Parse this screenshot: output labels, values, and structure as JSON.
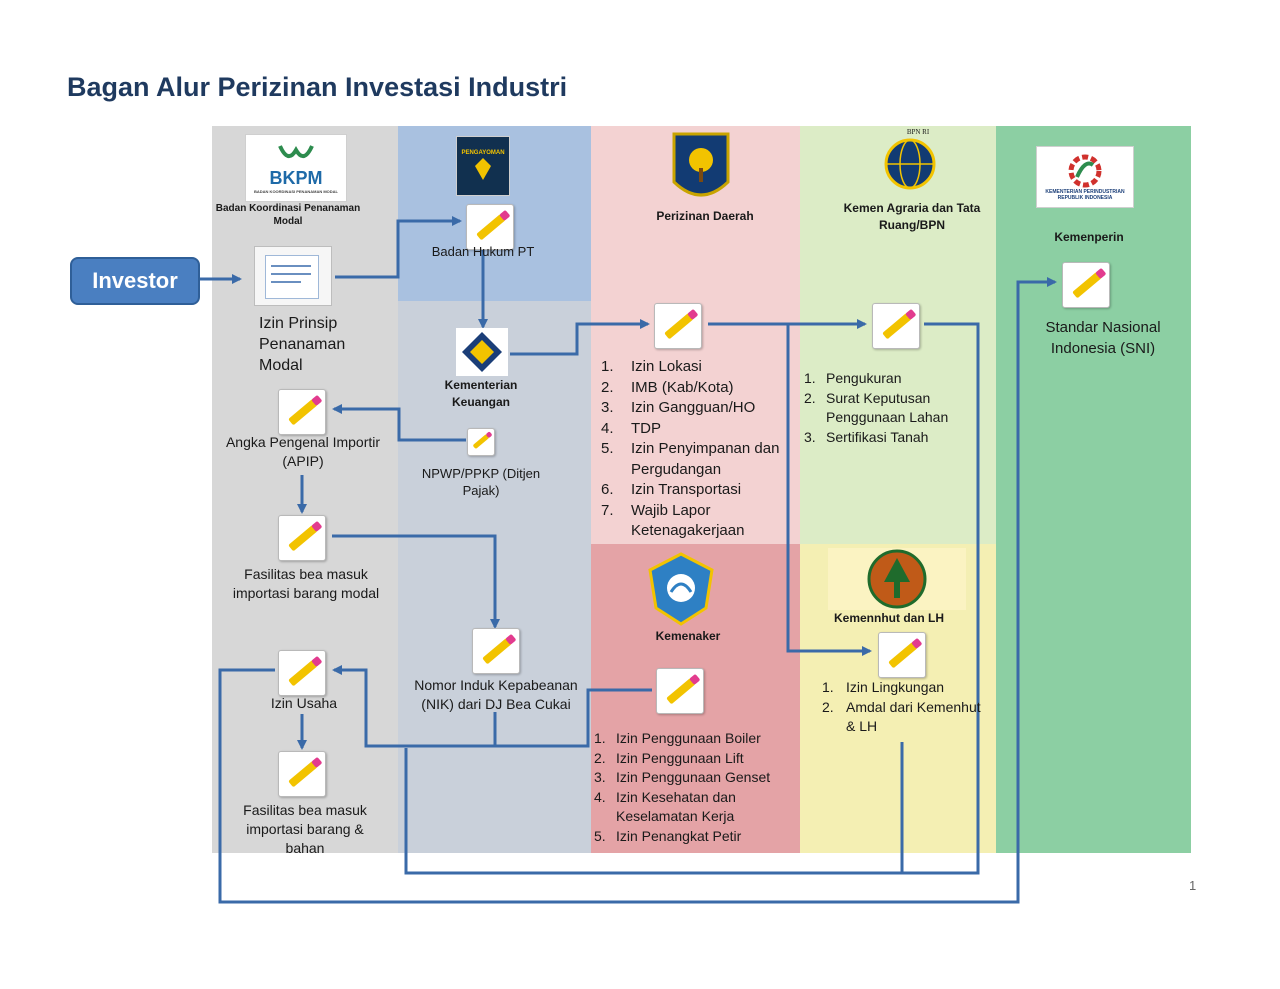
{
  "title": "Bagan Alur Perizinan Investasi Industri",
  "investor": "Investor",
  "page_number": "1",
  "logos": {
    "bkpm": "BKPM",
    "bkpm_sub": "BADAN KOORDINASI PENANAMAN MODAL",
    "kemenkumham": "PENGAYOMAN",
    "bpn": "BPN RI",
    "kemenperin": "KEMENTERIAN PERINDUSTRIAN REPUBLIK INDONESIA"
  },
  "columns": {
    "bkpm": {
      "header": "Badan Koordinasi Penanaman Modal",
      "izin_prinsip": "Izin Prinsip Penanaman Modal",
      "apip": "Angka Pengenal Importir (APIP)",
      "fasilitas_modal": "Fasilitas  bea masuk importasi barang modal",
      "izin_usaha": "Izin Usaha",
      "fasilitas_bahan": "Fasilitas  bea masuk importasi barang & bahan"
    },
    "kemenkumham": {
      "badan_hukum": "Badan Hukum PT",
      "kemenkeu": "Kementerian Keuangan",
      "npwp": "NPWP/PPKP (Ditjen Pajak)",
      "nik": "Nomor Induk Kepabeanan (NIK) dari DJ Bea Cukai"
    },
    "daerah": {
      "header": "Perizinan Daerah",
      "items": [
        "Izin Lokasi",
        "IMB (Kab/Kota)",
        "Izin Gangguan/HO",
        "TDP",
        "Izin Penyimpanan dan Pergudangan",
        "Izin Transportasi",
        "Wajib Lapor Ketenagakerjaan"
      ]
    },
    "kemenaker": {
      "header": "Kemenaker",
      "items": [
        "Izin Penggunaan Boiler",
        "Izin Penggunaan Lift",
        "Izin Penggunaan Genset",
        "Izin Kesehatan dan Keselamatan Kerja",
        "Izin Penangkat Petir"
      ]
    },
    "agraria": {
      "header": "Kemen Agraria dan Tata Ruang/BPN",
      "items": [
        "Pengukuran",
        "Surat Keputusan Penggunaan Lahan",
        "Sertifikasi Tanah"
      ]
    },
    "kemenhut": {
      "header": "Kemennhut dan LH",
      "items": [
        "Izin Lingkungan",
        "Amdal dari Kemenhut & LH"
      ]
    },
    "kemenperin": {
      "header": "Kemenperin",
      "sni": "Standar Nasional Indonesia (SNI)"
    }
  },
  "colors": {
    "arrow": "#3a6aa8",
    "investor": "#4a7fc1"
  }
}
